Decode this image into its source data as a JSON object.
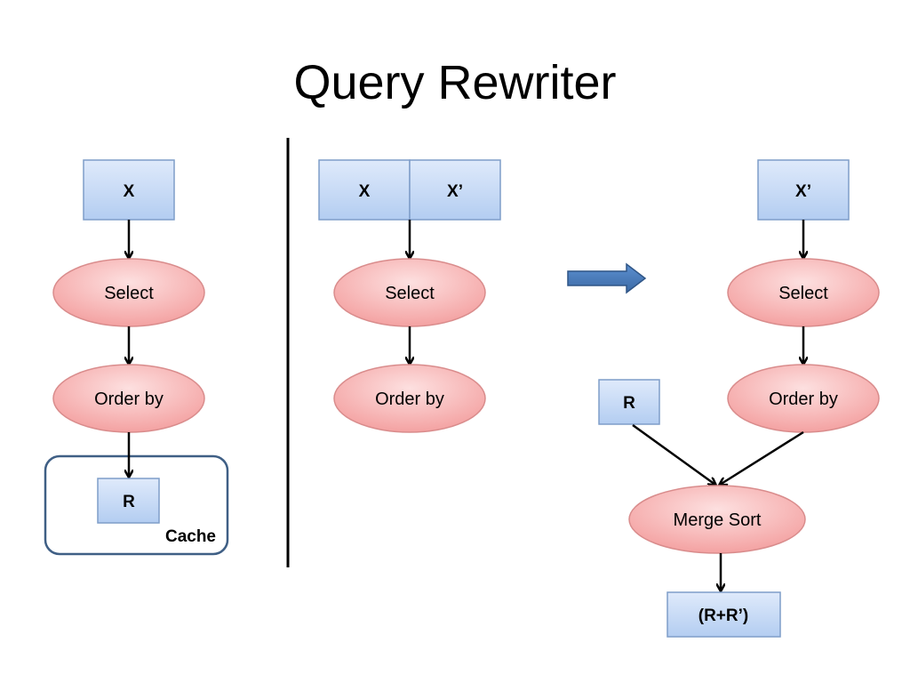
{
  "title": "Query Rewriter",
  "left": {
    "input_box": "X",
    "select": "Select",
    "order_by": "Order by",
    "result_box": "R",
    "cache_label": "Cache"
  },
  "middle": {
    "input_box_a": "X",
    "input_box_b": "X’",
    "select": "Select",
    "order_by": "Order by"
  },
  "right": {
    "input_box": "X’",
    "select": "Select",
    "order_by": "Order by",
    "cached_box": "R",
    "merge": "Merge Sort",
    "output_box": "(R+R’)"
  },
  "colors": {
    "box_fill": "#c9dcf7",
    "box_stroke": "#7f9dc9",
    "oval_fill": "#f8b4b4",
    "oval_stroke": "#d98c8c",
    "arrow_fill": "#4f81bd",
    "cache_stroke": "#3f5f85"
  }
}
